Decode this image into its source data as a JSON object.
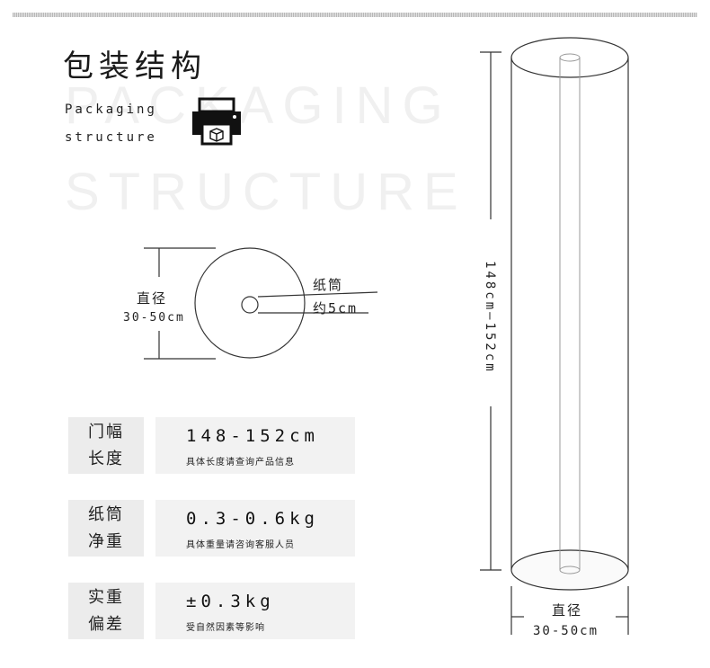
{
  "header": {
    "title_cn": "包装结构",
    "title_en_line1": "Packaging",
    "title_en_line2": "structure",
    "watermark_line1": "PACKAGING",
    "watermark_line2": "STRUCTURE",
    "icon": "package-box-icon"
  },
  "cross_section": {
    "diameter_label": "直径",
    "diameter_value": "30-50cm",
    "core_label": "纸筒",
    "core_value": "约5cm"
  },
  "roll": {
    "length_label": "148cm—152cm",
    "diameter_label": "直径",
    "diameter_value": "30-50cm"
  },
  "specs": [
    {
      "key_line1": "门幅",
      "key_line2": "长度",
      "value": "148-152cm",
      "note": "具体长度请查询产品信息"
    },
    {
      "key_line1": "纸筒",
      "key_line2": "净重",
      "value": "0.3-0.6kg",
      "note": "具体重量请咨询客服人员"
    },
    {
      "key_line1": "实重",
      "key_line2": "偏差",
      "value": "±0.3kg",
      "note": "受自然因素等影响"
    }
  ],
  "colors": {
    "line": "#333333",
    "key_bg": "#ececec",
    "value_bg": "#f2f2f2",
    "watermark": "#f0f0f0"
  }
}
